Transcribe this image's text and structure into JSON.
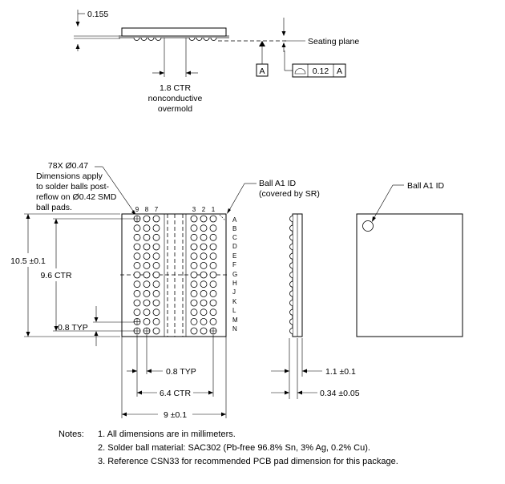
{
  "side_view": {
    "dim_top": "0.155",
    "seating_plane": "Seating plane",
    "ctr_label_1": "1.8 CTR",
    "ctr_label_2": "nonconductive",
    "ctr_label_3": "overmold",
    "datum": "A",
    "fcf_tolerance": "0.12",
    "fcf_datum": "A"
  },
  "bottom_view": {
    "ball_note_1": "78X Ø0.47",
    "ball_note_2": "Dimensions apply",
    "ball_note_3": "to solder balls post-",
    "ball_note_4": "reflow on Ø0.42 SMD",
    "ball_note_5": "ball pads.",
    "ball_id_1": "Ball A1 ID",
    "ball_id_2": "(covered by SR)",
    "col_numbers_left": [
      "9",
      "8",
      "7"
    ],
    "col_numbers_right": [
      "3",
      "2",
      "1"
    ],
    "row_letters": [
      "A",
      "B",
      "C",
      "D",
      "E",
      "F",
      "G",
      "H",
      "J",
      "K",
      "L",
      "M",
      "N"
    ],
    "dim_height": "10.5 ±0.1",
    "dim_ctr_v": "9.6 CTR",
    "dim_pitch_v": "0.8 TYP",
    "dim_pitch_h": "0.8 TYP",
    "dim_ctr_h": "6.4 CTR",
    "dim_width": "9 ±0.1"
  },
  "end_view": {
    "dim_thickness": "1.1 ±0.1",
    "dim_ball_height": "0.34 ±0.05"
  },
  "top_view": {
    "ball_id": "Ball A1 ID"
  },
  "notes": {
    "label": "Notes:",
    "items": [
      "1.  All dimensions are in millimeters.",
      "2.  Solder ball material: SAC302 (Pb-free 96.8% Sn, 3% Ag, 0.2% Cu).",
      "3.  Reference CSN33 for recommended PCB pad dimension for this package."
    ]
  }
}
